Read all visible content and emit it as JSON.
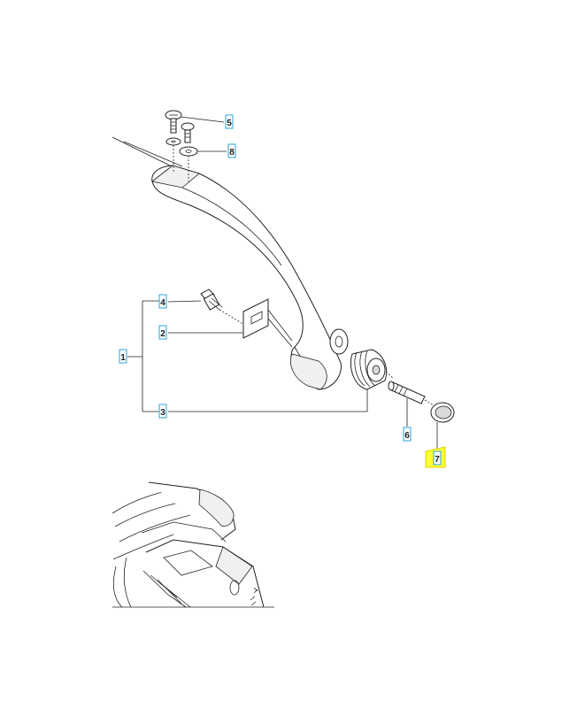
{
  "diagram": {
    "callouts": [
      {
        "id": "c1",
        "label": "1"
      },
      {
        "id": "c2",
        "label": "2"
      },
      {
        "id": "c3",
        "label": "3"
      },
      {
        "id": "c4",
        "label": "4"
      },
      {
        "id": "c5",
        "label": "5"
      },
      {
        "id": "c6",
        "label": "6"
      },
      {
        "id": "c7",
        "label": "7",
        "highlighted": true
      },
      {
        "id": "c8",
        "label": "8"
      }
    ],
    "colors": {
      "callout_border": "#29a6d6",
      "highlight": "#ffff33",
      "line": "#222222"
    }
  }
}
